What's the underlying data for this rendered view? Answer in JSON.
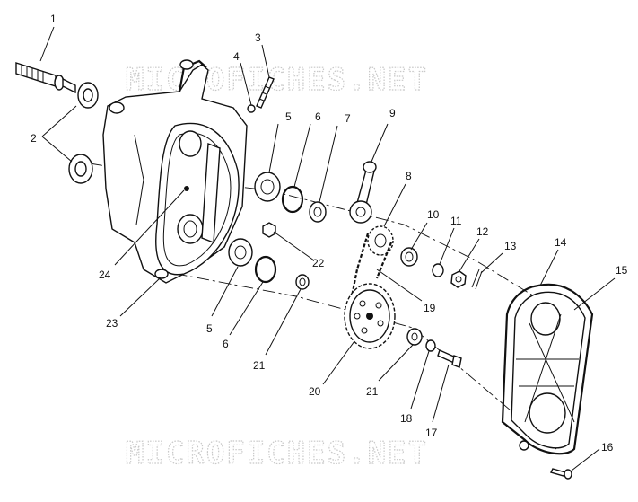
{
  "watermark": {
    "top": "MICROFICHES.NET",
    "bottom": "MICROFICHES.NET"
  },
  "callouts": [
    {
      "id": "c1",
      "label": "1"
    },
    {
      "id": "c2",
      "label": "2"
    },
    {
      "id": "c3",
      "label": "3"
    },
    {
      "id": "c4",
      "label": "4"
    },
    {
      "id": "c5a",
      "label": "5"
    },
    {
      "id": "c6a",
      "label": "6"
    },
    {
      "id": "c7",
      "label": "7"
    },
    {
      "id": "c9",
      "label": "9"
    },
    {
      "id": "c8",
      "label": "8"
    },
    {
      "id": "c10",
      "label": "10"
    },
    {
      "id": "c11",
      "label": "11"
    },
    {
      "id": "c12",
      "label": "12"
    },
    {
      "id": "c13",
      "label": "13"
    },
    {
      "id": "c14",
      "label": "14"
    },
    {
      "id": "c15",
      "label": "15"
    },
    {
      "id": "c24",
      "label": "24"
    },
    {
      "id": "c22",
      "label": "22"
    },
    {
      "id": "c19",
      "label": "19"
    },
    {
      "id": "c23",
      "label": "23"
    },
    {
      "id": "c5b",
      "label": "5"
    },
    {
      "id": "c6b",
      "label": "6"
    },
    {
      "id": "c21a",
      "label": "21"
    },
    {
      "id": "c20",
      "label": "20"
    },
    {
      "id": "c21b",
      "label": "21"
    },
    {
      "id": "c18",
      "label": "18"
    },
    {
      "id": "c17",
      "label": "17"
    },
    {
      "id": "c16",
      "label": "16"
    }
  ]
}
